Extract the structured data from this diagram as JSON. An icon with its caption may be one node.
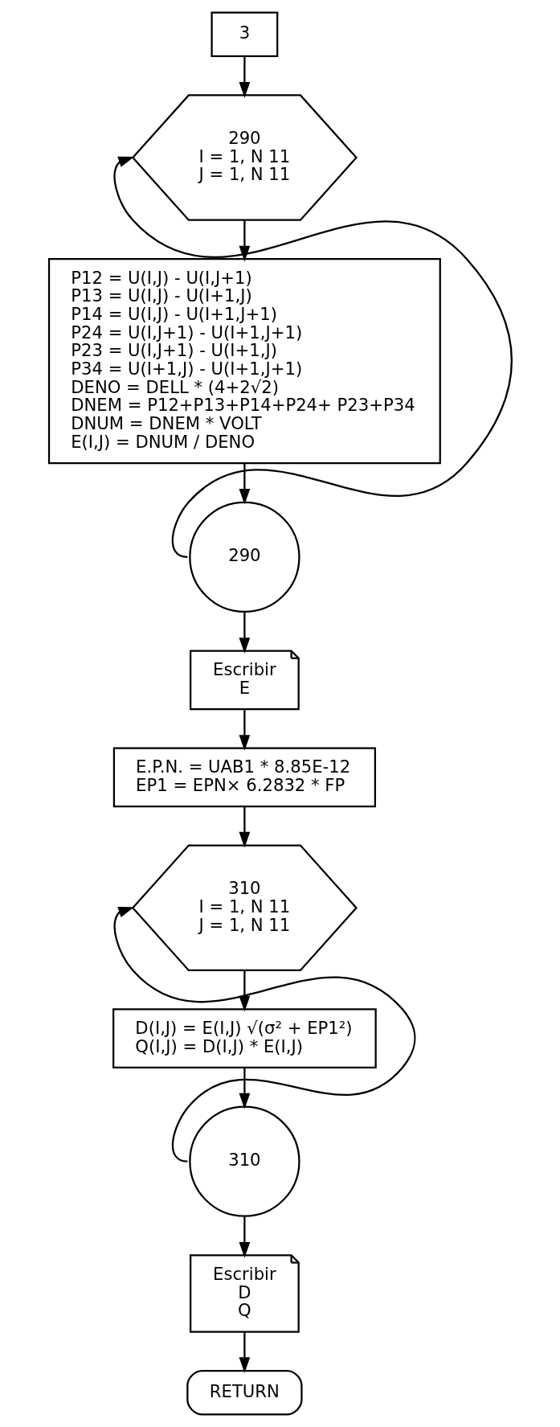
{
  "diagram": {
    "nodes": [
      {
        "text": [
          "3"
        ]
      },
      {
        "text": [
          "290",
          "I = 1, N 11",
          "J = 1, N 11"
        ]
      },
      {
        "text": [
          "P12 = U(I,J) - U(I,J+1)",
          "P13 = U(I,J) - U(I+1,J)",
          "P14 = U(I,J) - U(I+1,J+1)",
          "P24 = U(I,J+1) - U(I+1,J+1)",
          "P23 = U(I,J+1) - U(I+1,J)",
          "P34 = U(I+1,J) - U(I+1,J+1)",
          "DENO = DELL * (4+2√2)",
          "DNEM = P12+P13+P14+P24+ P23+P34",
          "DNUM = DNEM * VOLT",
          "E(I,J) = DNUM / DENO"
        ]
      },
      {
        "text": [
          "290"
        ]
      },
      {
        "text": [
          "Escribir",
          "E"
        ]
      },
      {
        "text": [
          "E.P.N. = UAB1 * 8.85E-12",
          "EP1 = EPN× 6.2832 * FP"
        ]
      },
      {
        "text": [
          "310",
          "I = 1, N 11",
          "J = 1, N 11"
        ]
      },
      {
        "text": [
          "D(I,J) = E(I,J) √(σ² + EP1²)",
          "Q(I,J) = D(I,J) * E(I,J)"
        ]
      },
      {
        "text": [
          "310"
        ]
      },
      {
        "text": [
          "Escribir",
          "D",
          "Q"
        ]
      },
      {
        "text": [
          "RETURN"
        ]
      }
    ],
    "edges": [
      {
        "from": 0,
        "to": 1,
        "arrow": "to"
      },
      {
        "from": 1,
        "to": 2,
        "arrow": "to"
      },
      {
        "from": 2,
        "to": 3,
        "arrow": "to"
      },
      {
        "from": 3,
        "to": 1,
        "arrow": "to"
      },
      {
        "from": 3,
        "to": 4,
        "arrow": "to"
      },
      {
        "from": 4,
        "to": 5,
        "arrow": "to"
      },
      {
        "from": 5,
        "to": 6,
        "arrow": "to"
      },
      {
        "from": 6,
        "to": 7,
        "arrow": "to"
      },
      {
        "from": 7,
        "to": 8,
        "arrow": "to"
      },
      {
        "from": 8,
        "to": 6,
        "arrow": "to"
      },
      {
        "from": 8,
        "to": 9,
        "arrow": "to"
      },
      {
        "from": 9,
        "to": 10,
        "arrow": "to"
      }
    ]
  }
}
